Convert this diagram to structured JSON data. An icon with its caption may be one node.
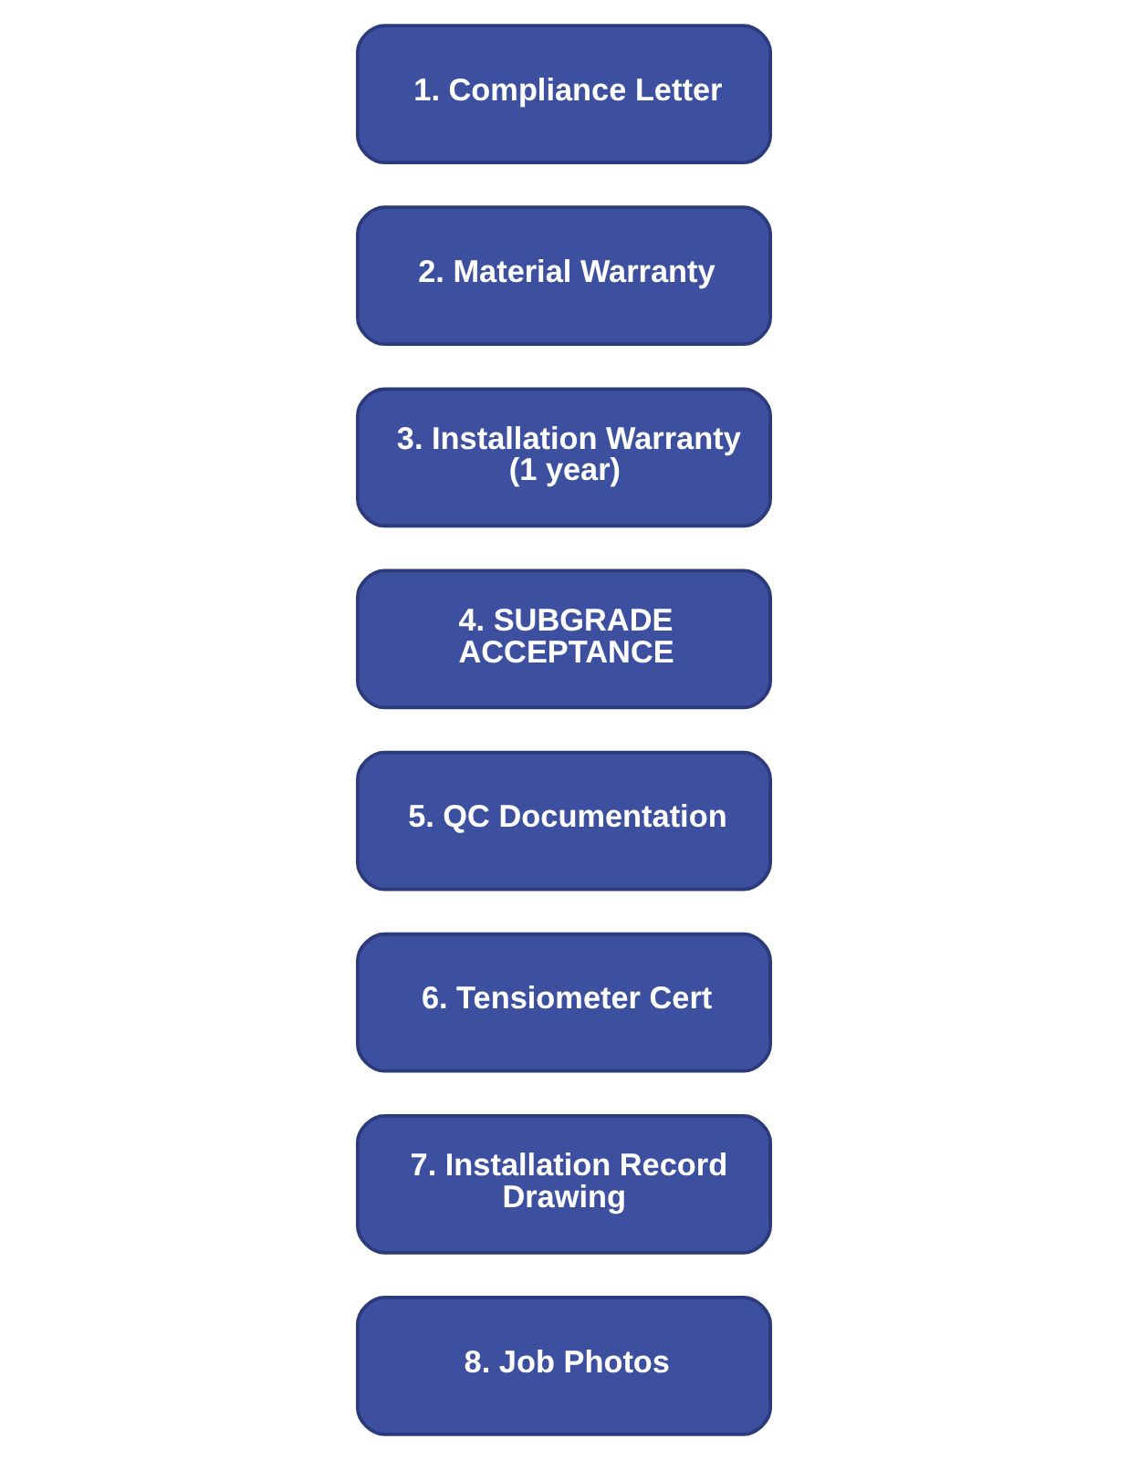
{
  "diagram": {
    "nodes": [
      {
        "text": [
          "1. Compliance Letter"
        ]
      },
      {
        "text": [
          "2. Material Warranty"
        ]
      },
      {
        "text": [
          "3. Installation Warranty (1 year)"
        ]
      },
      {
        "text": [
          "4. SUBGRADE ACCEPTANCE"
        ]
      },
      {
        "text": [
          "5. QC Documentation"
        ]
      },
      {
        "text": [
          "6. Tensiometer Cert"
        ]
      },
      {
        "text": [
          "7. Installation Record Drawing"
        ]
      },
      {
        "text": [
          "8. Job Photos"
        ]
      }
    ]
  }
}
